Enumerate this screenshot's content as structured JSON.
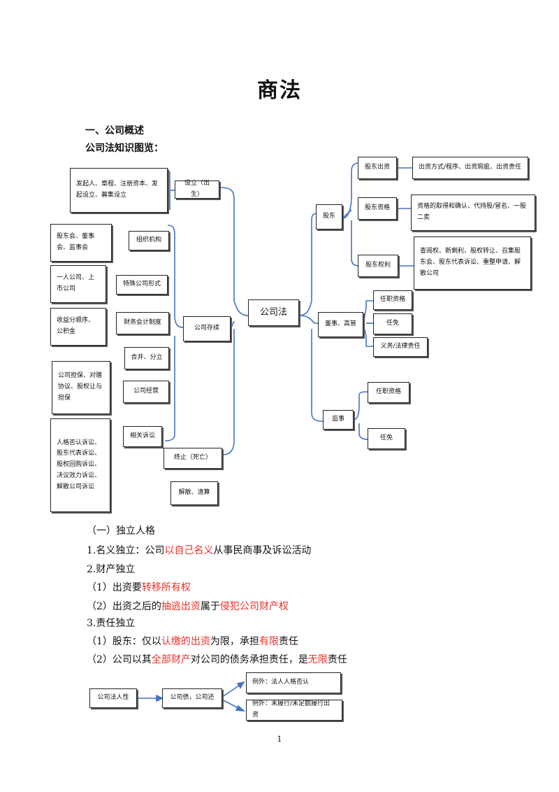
{
  "title": "商法",
  "section_heading": "一、公司概述",
  "diagram_heading": "公司法知识图览：",
  "mindmap": {
    "center": "公司法",
    "left": {
      "setup": "设立（出生）",
      "setup_detail": "发起人、章程、注册资本、发起设立、募集设立",
      "exist": "公司存续",
      "org": "组织机构",
      "org_detail": "股东会、董事会、监事会",
      "special": "特殊公司形式",
      "special_detail": "一人公司、上市公司",
      "finance": "财务会计制度",
      "finance_detail": "收益分顺序、公积金",
      "merge": "合并、分立",
      "operate": "公司经营",
      "operate_detail": "公司担保、对赠协议、股权让与担保",
      "lawsuit": "相关诉讼",
      "lawsuit_detail": "人格否认诉讼、股东代表诉讼、股权回购诉讼、决议效力诉讼、解散公司诉讼",
      "end": "终止（死亡）",
      "dissolve": "解散、清算"
    },
    "right": {
      "shareholder": "股东",
      "contribution": "股东出资",
      "contribution_detail": "出资方式/程序、出资瑕疵、出资责任",
      "qualification": "股东资格",
      "qualification_detail": "资格的取得和确认、代持股/冒名、一股二卖",
      "rights": "股东权利",
      "rights_detail": "查阅权、新剩利、股权转让、召集股东会、股东代表诉讼、重整申请、解散公司",
      "directors": "董事、高管",
      "dir_qual": "任职资格",
      "dir_dismiss": "任免",
      "dir_duty": "义务/法律责任",
      "supervisor": "监事",
      "sup_qual": "任职资格",
      "sup_dismiss": "任免"
    }
  },
  "body": {
    "sub1": "（一）独立人格",
    "l1_a": "1.名义独立：公司",
    "l1_b": "以自己名义",
    "l1_c": "从事民商事及诉讼活动",
    "l2": "2.财产独立",
    "l3_a": "（1）出资要",
    "l3_b": "转移所有权",
    "l4_a": "（2）出资之后的",
    "l4_b": "抽逃出资",
    "l4_c": "属于",
    "l4_d": "侵犯公司财产权",
    "l5": "3.责任独立",
    "l6_a": "（1）股东：仅以",
    "l6_b": "认缴的出资",
    "l6_c": "为限，承担",
    "l6_d": "有限",
    "l6_e": "责任",
    "l7_a": "（2）公司以其",
    "l7_b": "全部财产",
    "l7_c": "对公司的债务承担责任，是",
    "l7_d": "无限",
    "l7_e": "责任"
  },
  "flow": {
    "a": "公司法人性",
    "b": "公司债，公司还",
    "c": "例外：法人人格否认",
    "d": "例外：未履行/未足额履行出资"
  },
  "colors": {
    "highlight": "#e8312a",
    "connector": "#4472c4"
  },
  "page_number": "1"
}
